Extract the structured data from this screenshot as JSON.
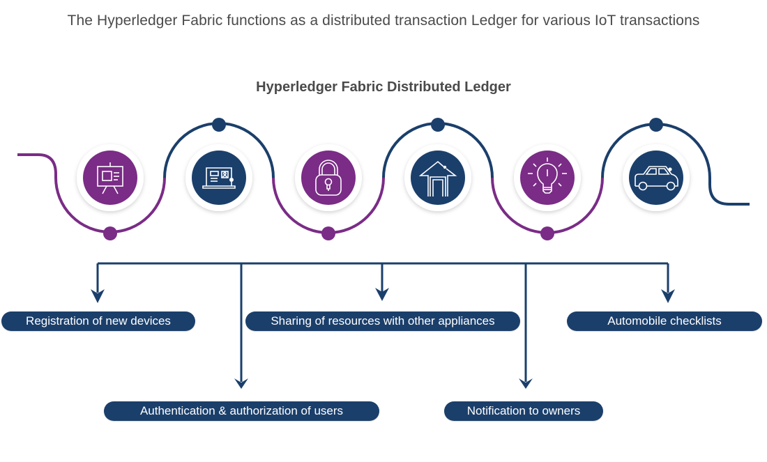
{
  "header": {
    "title": "The Hyperledger Fabric functions as a distributed transaction Ledger for various IoT transactions",
    "subtitle": "Hyperledger Fabric Distributed Ledger"
  },
  "colors": {
    "purple": "#7a2c86",
    "navy": "#1b3f6b",
    "text": "#4a4a4a",
    "pill_text": "#ffffff"
  },
  "nodes": [
    {
      "icon": "presentation-board-icon",
      "color": "purple"
    },
    {
      "icon": "laptop-profile-icon",
      "color": "navy"
    },
    {
      "icon": "padlock-icon",
      "color": "purple"
    },
    {
      "icon": "smart-home-icon",
      "color": "navy"
    },
    {
      "icon": "lightbulb-icon",
      "color": "purple"
    },
    {
      "icon": "car-icon",
      "color": "navy"
    }
  ],
  "use_cases": [
    {
      "label": "Registration of new devices"
    },
    {
      "label": "Authentication & authorization of users"
    },
    {
      "label": "Sharing of resources with other appliances"
    },
    {
      "label": "Notification to owners"
    },
    {
      "label": "Automobile checklists"
    }
  ]
}
